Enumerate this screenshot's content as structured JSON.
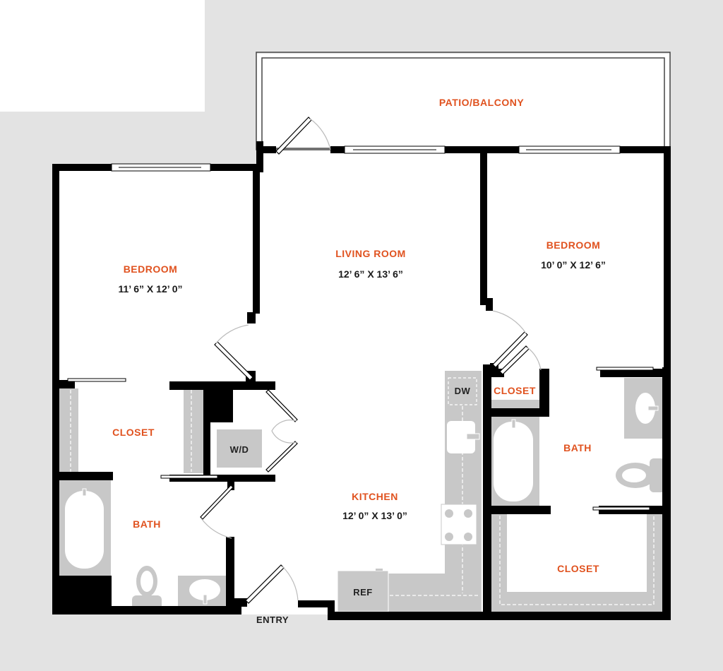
{
  "colors": {
    "background_gray": "#e3e3e3",
    "wall": "#000000",
    "fixture": "#c8c8c8",
    "room_label": "#e0521f",
    "dimension_text": "#1a1a1a"
  },
  "rooms": {
    "patio": {
      "name": "PATIO/BALCONY"
    },
    "living_room": {
      "name": "LIVING ROOM",
      "dimensions": "12’ 6” X 13’ 6”"
    },
    "bedroom_left": {
      "name": "BEDROOM",
      "dimensions": "11’ 6” X 12’ 0”"
    },
    "bedroom_right": {
      "name": "BEDROOM",
      "dimensions": "10’ 0” X 12’ 6”"
    },
    "kitchen": {
      "name": "KITCHEN",
      "dimensions": "12’ 0” X 13’ 0”"
    },
    "closet_left": {
      "name": "CLOSET"
    },
    "bath_left": {
      "name": "BATH"
    },
    "closet_small_right": {
      "name": "CLOSET"
    },
    "bath_right": {
      "name": "BATH"
    },
    "closet_walkin_right": {
      "name": "CLOSET"
    }
  },
  "fixtures": {
    "washer_dryer": "W/D",
    "dishwasher": "DW",
    "refrigerator": "REF"
  },
  "entry": {
    "label": "ENTRY"
  }
}
